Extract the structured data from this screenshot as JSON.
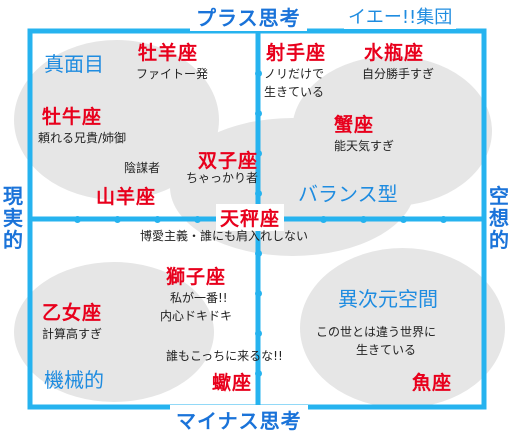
{
  "axes": {
    "top": "プラス思考",
    "bottom": "マイナス思考",
    "left": "現実的",
    "right": "空想的"
  },
  "group": "イエー!!集団",
  "quadrants": {
    "top_left": "真面目",
    "center": "バランス型",
    "bottom_right": "異次元空間",
    "bottom_left": "機械的"
  },
  "signs": {
    "aries": {
      "name": "牡羊座",
      "desc": [
        "ファイトー発"
      ]
    },
    "sagittarius": {
      "name": "射手座",
      "desc": [
        "ノリだけで",
        "生きている"
      ]
    },
    "aquarius": {
      "name": "水瓶座",
      "desc": [
        "自分勝手すぎ"
      ]
    },
    "taurus": {
      "name": "牡牛座",
      "desc": [
        "頼れる兄貴/姉御"
      ]
    },
    "cancer": {
      "name": "蟹座",
      "desc": [
        "能天気すぎ"
      ]
    },
    "gemini": {
      "name": "双子座",
      "desc": [
        "ちゃっかり者"
      ]
    },
    "capricorn": {
      "name": "山羊座",
      "desc": [
        "陰謀者"
      ]
    },
    "libra": {
      "name": "天秤座",
      "desc": [
        "博愛主義・誰にも肩入れしない"
      ]
    },
    "leo": {
      "name": "獅子座",
      "desc": [
        "私が一番!!",
        "内心ドキドキ"
      ]
    },
    "virgo": {
      "name": "乙女座",
      "desc": [
        "計算高すぎ"
      ]
    },
    "scorpio": {
      "name": "蠍座",
      "desc": [
        "誰もこっちに来るな!!"
      ]
    },
    "pisces": {
      "name": "魚座",
      "desc": [
        "この世とは違う世界に",
        "生きている"
      ]
    }
  },
  "colors": {
    "frame": "#26b3ef",
    "sign": "#e8001c",
    "axis_label": "#1a73d9",
    "blob": "#e6e6e6"
  }
}
